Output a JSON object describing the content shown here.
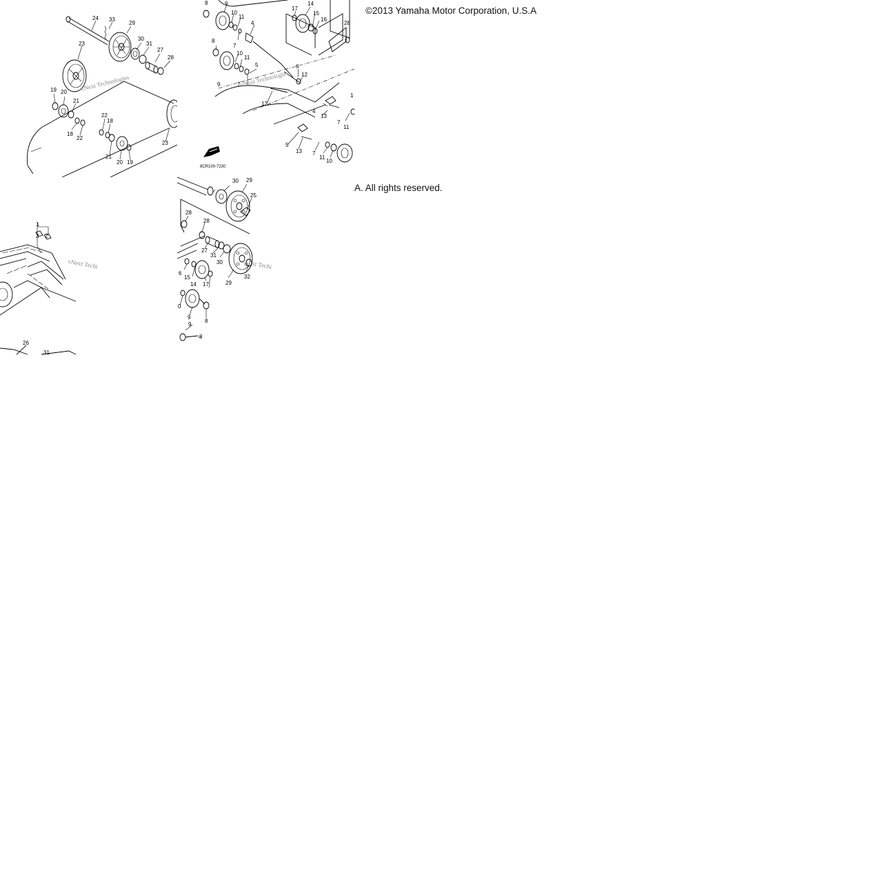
{
  "map": {
    "tiles": [
      {
        "id": "tile-r0-c0",
        "labels": [
          "24",
          "33",
          "29",
          "23",
          "30",
          "31",
          "27",
          "28",
          "19",
          "20",
          "21",
          "18",
          "22",
          "22",
          "18",
          "21",
          "20",
          "19",
          "23"
        ],
        "watermark": "vNext Technologies"
      },
      {
        "id": "tile-r0-c1",
        "labels": [
          "8",
          "9",
          "10",
          "11",
          "4",
          "7",
          "8",
          "10",
          "11",
          "9",
          "5",
          "7",
          "6",
          "12",
          "12",
          "17",
          "14",
          "15",
          "16",
          "28",
          "4",
          "13",
          "7",
          "11",
          "1",
          "5",
          "13",
          "7",
          "11",
          "10"
        ],
        "watermark": "vNext Technologies",
        "diagram_code": "8CR100-7230"
      },
      {
        "id": "tile-r0-c2",
        "copyright_line": "©2013 Yamaha Motor Corporation, U.S.A"
      },
      {
        "id": "tile-r1-c0",
        "labels": [
          "1",
          "3",
          "2",
          "26",
          "31"
        ],
        "watermark": "vNext Techi"
      },
      {
        "id": "tile-r1-c1",
        "labels": [
          "30",
          "29",
          "25",
          "28",
          "28",
          "27",
          "31",
          "30",
          "29",
          "32",
          "6",
          "15",
          "14",
          "17",
          "0",
          "9",
          "8",
          "9",
          "8"
        ],
        "watermark": "xt Techi"
      },
      {
        "id": "tile-r1-c2",
        "copyright_line": "A. All rights reserved."
      }
    ]
  }
}
